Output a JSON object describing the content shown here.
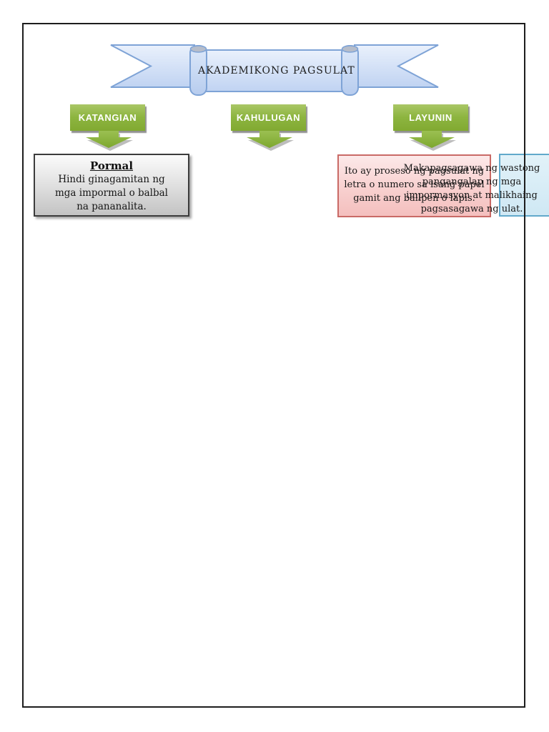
{
  "banner": {
    "title": "AKADEMIKONG PAGSULAT"
  },
  "branches": [
    {
      "label": "KATANGIAN"
    },
    {
      "label": "KAHULUGAN"
    },
    {
      "label": "LAYUNIN"
    }
  ],
  "notes": {
    "pormal": {
      "heading": "Pormal",
      "lines": [
        "Hindi ginagamitan ng",
        "mga impormal o balbal",
        "na pananalita."
      ]
    },
    "proseso": {
      "lines": [
        "Ito ay proseso ng pagsulat ng",
        "letra o numero sa isang papel",
        "gamit ang ballpen o lapis."
      ]
    },
    "makapagsagawa": {
      "lines": [
        "Makapagsagawa ng wastong",
        "pangangalap ng mga",
        "impormasyon at malikhaing",
        "pagsasagawa ng ulat."
      ]
    }
  },
  "colors": {
    "page_border": "#1d1d1d",
    "ribbon_fill": "#cfdef7",
    "ribbon_border": "#7ea3d6",
    "branch_green": "#8ab33c",
    "gray_note_fill": "#d9d9d9",
    "gray_note_border": "#3c3c3c",
    "pink_note_fill": "#f6c8c6",
    "pink_note_border": "#c96a66",
    "blue_note_fill": "#d2e9f5",
    "blue_note_border": "#61a9cb"
  }
}
